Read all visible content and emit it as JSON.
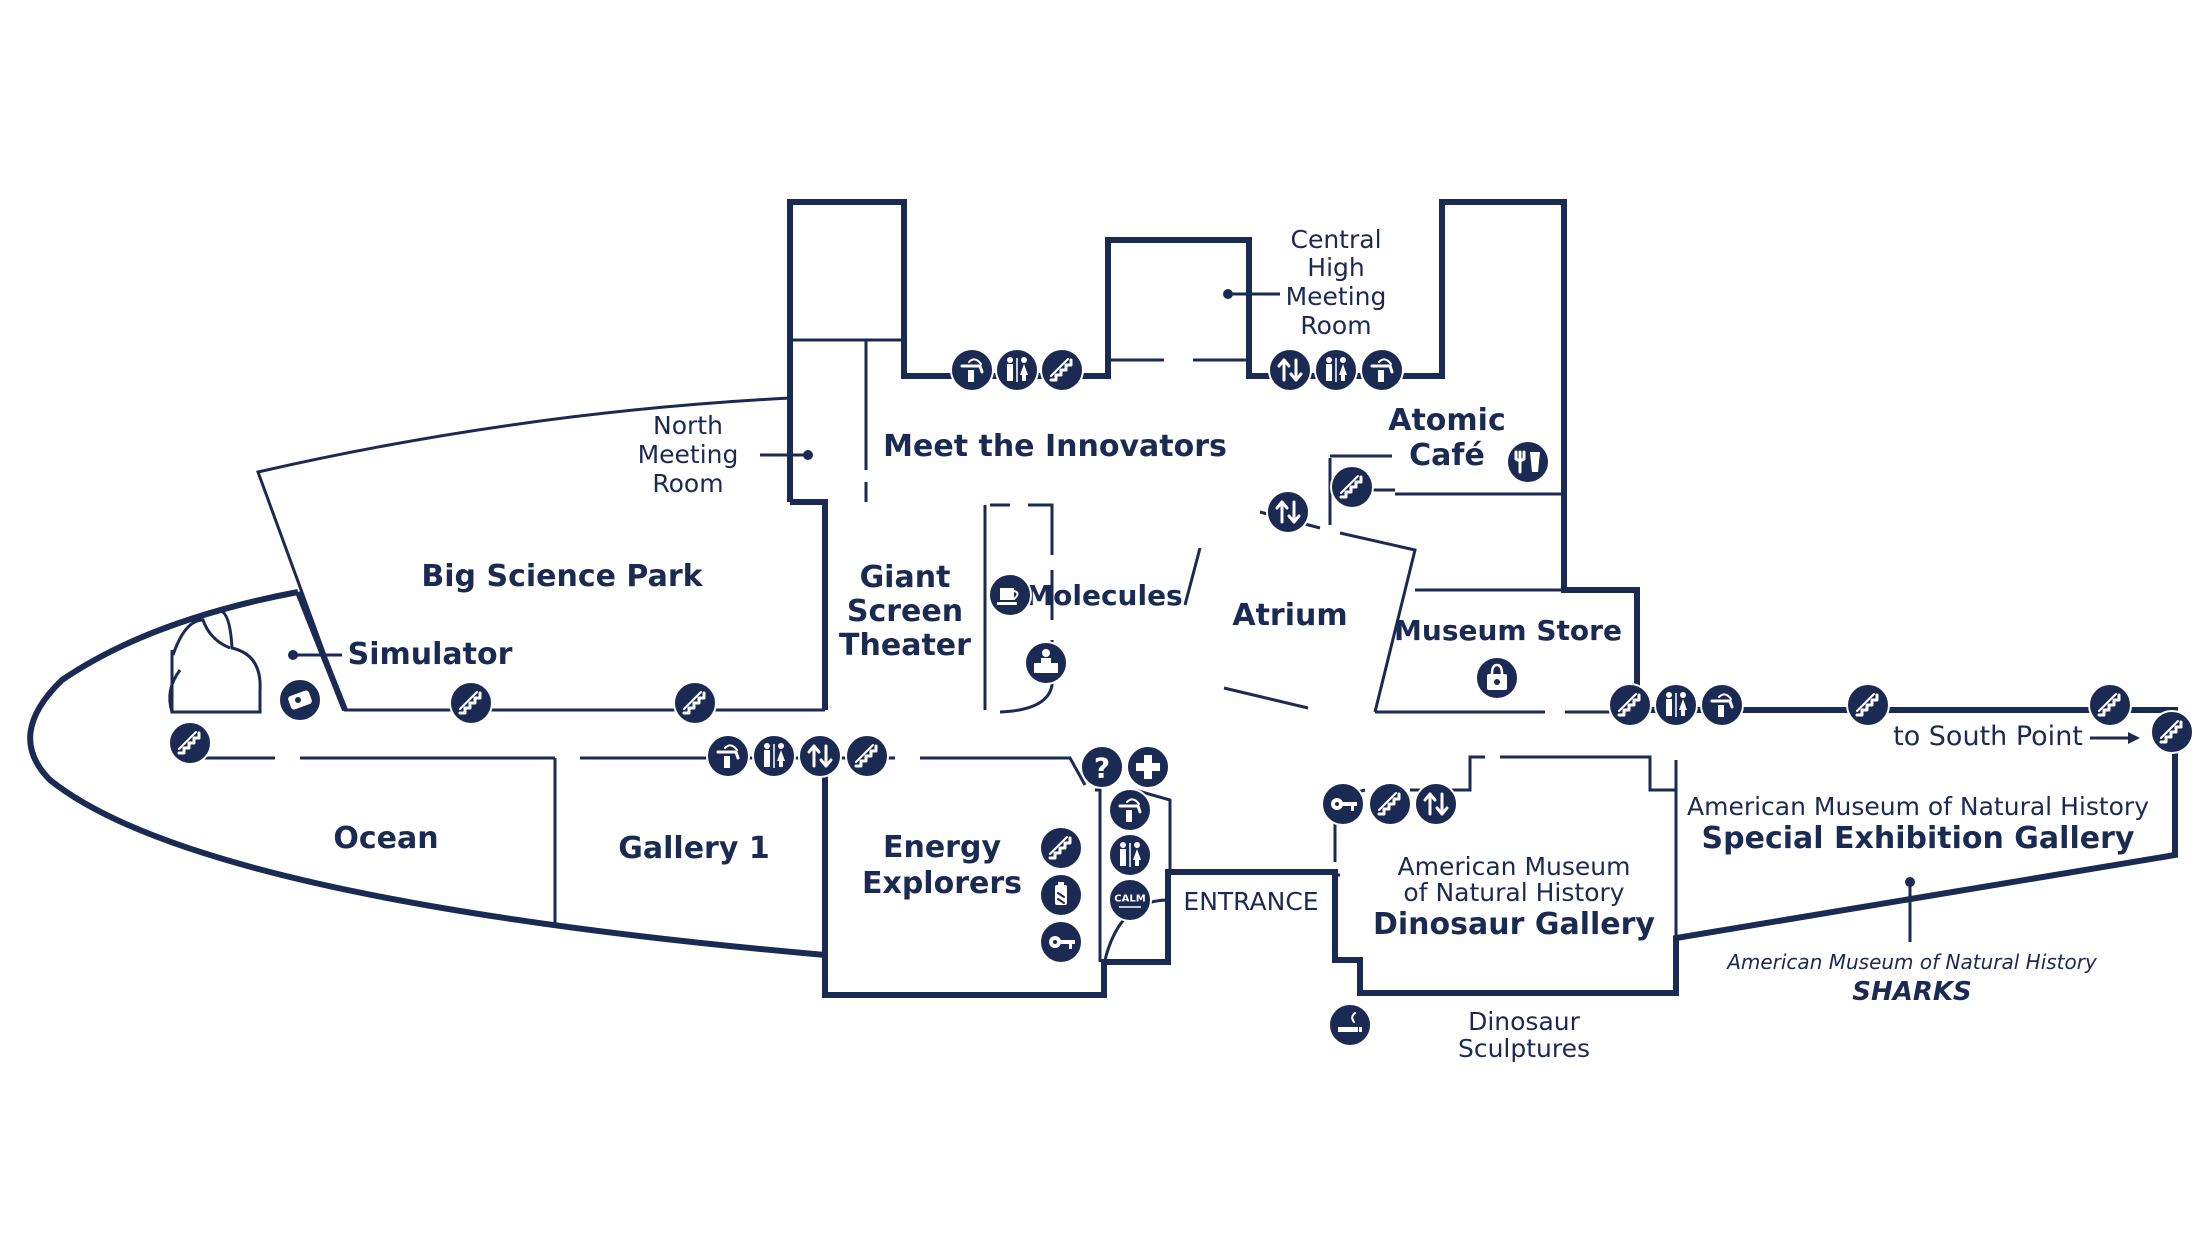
{
  "colors": {
    "ink": "#1b2a52",
    "background": "#ffffff"
  },
  "labels": {
    "central_high": [
      "Central",
      "High",
      "Meeting",
      "Room"
    ],
    "north_meeting": [
      "North",
      "Meeting",
      "Room"
    ],
    "meet_innovators": "Meet the Innovators",
    "atomic_cafe": [
      "Atomic",
      "Café"
    ],
    "big_science_park": "Big Science Park",
    "giant_screen": [
      "Giant",
      "Screen",
      "Theater"
    ],
    "molecules": "Molecules",
    "atrium": "Atrium",
    "museum_store": "Museum Store",
    "simulator": "Simulator",
    "to_south_point": "to South Point",
    "special_exhibition_prefix": "American Museum of Natural History",
    "special_exhibition": "Special Exhibition Gallery",
    "ocean": "Ocean",
    "gallery_1": "Gallery 1",
    "energy_explorers": [
      "Energy",
      "Explorers"
    ],
    "entrance": "ENTRANCE",
    "dinosaur_gallery_prefix": [
      "American Museum",
      "of Natural History"
    ],
    "dinosaur_gallery": "Dinosaur Gallery",
    "sharks_prefix": "American Museum of Natural History",
    "sharks": "SHARKS",
    "dinosaur_sculptures": [
      "Dinosaur",
      "Sculptures"
    ],
    "calm": "CALM"
  },
  "icons": [
    "water-fountain-icon",
    "restrooms-icon",
    "stairs-icon",
    "elevator-icon",
    "food-icon",
    "coffee-icon",
    "ticket-desk-icon",
    "shopping-icon",
    "info-icon",
    "first-aid-icon",
    "lockers-icon",
    "battery-recycling-icon",
    "calm-room-icon",
    "smoking-area-icon",
    "ticket-scanner-icon"
  ]
}
